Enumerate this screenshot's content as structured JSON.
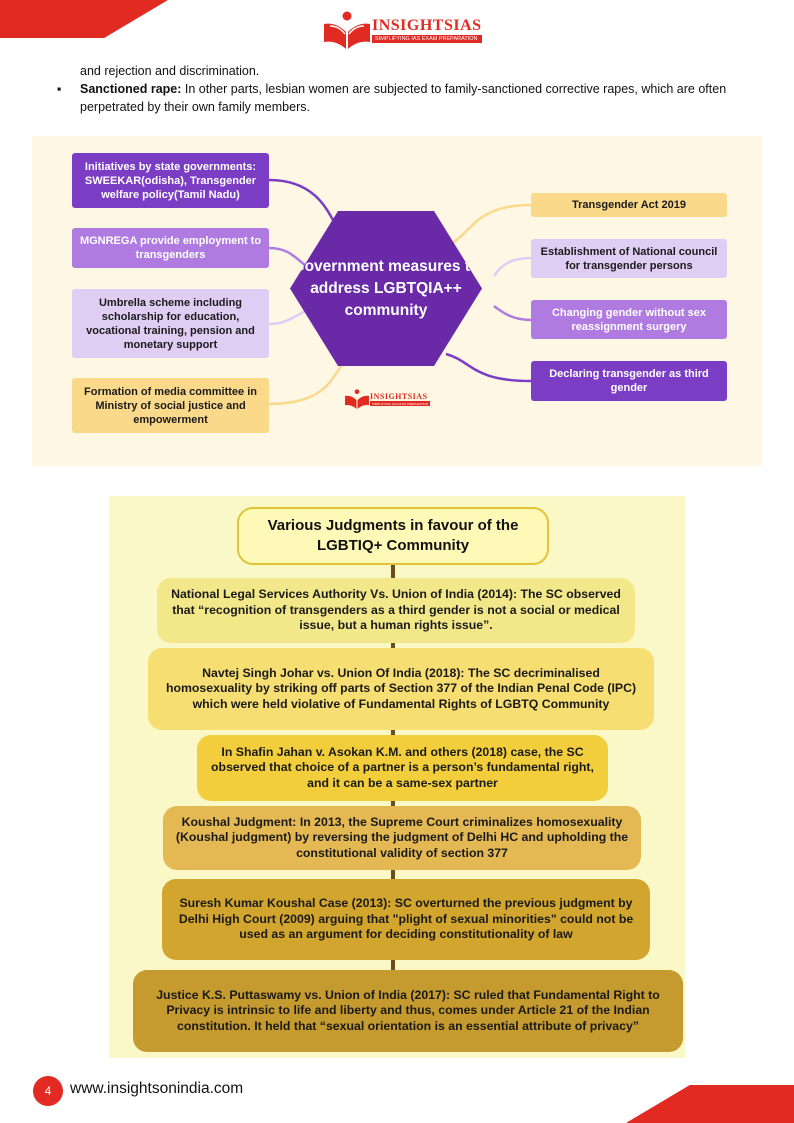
{
  "header": {
    "logo_brand": "INSIGHTSIAS",
    "logo_tagline": "SIMPLIFYING IAS EXAM PREPARATION",
    "colors": {
      "brand_red": "#e02a22"
    }
  },
  "body": {
    "continuation": "and rejection and discrimination.",
    "bullet_symbol": "▪",
    "bullet_label": "Sanctioned rape:",
    "bullet_text": " In other parts, lesbian women are subjected to family-sanctioned corrective rapes, which are often perpetrated by their own family members."
  },
  "mindmap": {
    "center": "Government measures to address LGBTQIA++ community",
    "left_items": [
      "Initiatives by state governments: SWEEKAR(odisha), Transgender welfare policy(Tamil Nadu)",
      "MGNREGA provide employment to transgenders",
      "Umbrella scheme including scholarship for education, vocational training, pension and monetary support",
      "Formation of media committee in Ministry of social justice and empowerment"
    ],
    "right_items": [
      "Transgender Act 2019",
      "Establishment of National council for transgender persons",
      "Changing gender without sex reassignment surgery",
      "Declaring transgender as third gender"
    ],
    "watermark_brand": "INSIGHTSIAS",
    "watermark_tagline": "SIMPLIFYING IAS EXAM PREPARATION",
    "colors": {
      "purple_dark": "#6a2aa8",
      "yellow": "#fad98a"
    }
  },
  "judgments": {
    "title": "Various Judgments in favour of the LGBTIQ+ Community",
    "items": [
      "National Legal Services Authority Vs. Union of India (2014): The SC observed that “recognition of transgenders as a third gender is not a social or medical issue, but a human rights issue”.",
      "Navtej Singh Johar vs. Union Of India (2018): The SC decriminalised homosexuality by striking off parts of Section 377 of the Indian Penal Code (IPC) which were held violative of Fundamental Rights of LGBTQ Community",
      "In Shafin Jahan v. Asokan K.M. and others (2018) case, the SC observed that choice of a partner is a person’s fundamental right, and it can be a same-sex partner",
      "Koushal Judgment: In 2013, the Supreme Court criminalizes homosexuality (Koushal judgment) by reversing the judgment of Delhi HC and upholding the constitutional validity of section 377",
      "Suresh Kumar Koushal Case (2013): SC overturned the previous judgment by Delhi High Court (2009) arguing that \"plight of sexual minorities\" could not be used as an argument for deciding constitutionality of law",
      "Justice K.S. Puttaswamy vs. Union of India (2017): SC ruled that Fundamental Right to Privacy is intrinsic to life and liberty and thus, comes under Article 21 of the Indian constitution. It held that “sexual orientation is an essential attribute of privacy”"
    ]
  },
  "footer": {
    "page_number": "4",
    "url": "www.insightsonindia.com"
  }
}
